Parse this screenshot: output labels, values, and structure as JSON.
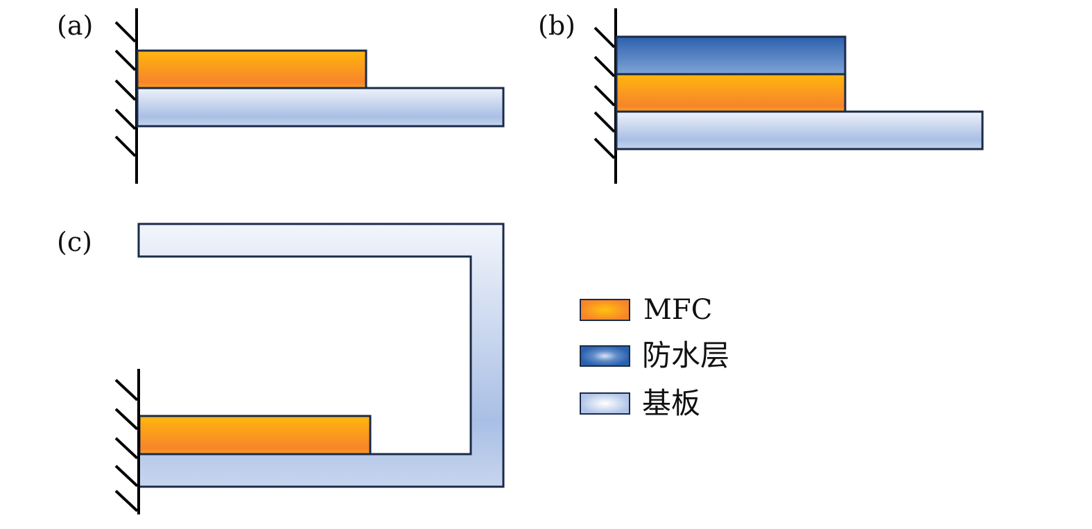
{
  "panels": {
    "a": {
      "label": "(a)"
    },
    "b": {
      "label": "(b)"
    },
    "c": {
      "label": "(c)"
    }
  },
  "legend": [
    {
      "label": "MFC",
      "color": "#f7931e"
    },
    {
      "label": "防水层",
      "color": "#2a62ad"
    },
    {
      "label": "基板",
      "color": "#b4c7e7"
    }
  ],
  "colors": {
    "outline": "#1a2a4a",
    "wall": "#000000"
  }
}
